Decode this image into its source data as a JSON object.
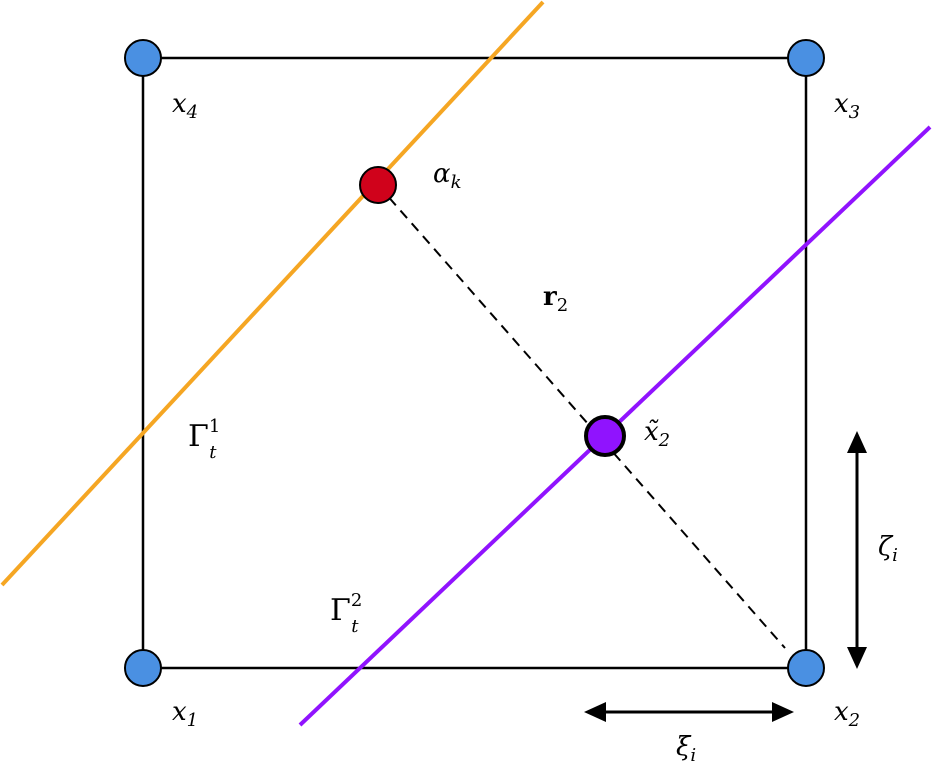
{
  "colors": {
    "vertex": "#4a90e2",
    "line1": "#f5a623",
    "line2": "#9013fe",
    "alpha_point": "#d0021b",
    "x_tilde_point": "#9013fe",
    "edges": "#000000"
  },
  "labels": {
    "x4": {
      "base": "x",
      "sub": "4"
    },
    "x3": {
      "base": "x",
      "sub": "3"
    },
    "x1": {
      "base": "x",
      "sub": "1"
    },
    "x2": {
      "base": "x",
      "sub": "2"
    },
    "alpha": {
      "base": "α",
      "sub": "k"
    },
    "r": {
      "base": "r",
      "sub": "2"
    },
    "x_tilde": {
      "base": "x̃",
      "sub": "2"
    },
    "gamma1": {
      "base": "Γ",
      "sup": "1",
      "sub": "t"
    },
    "gamma2": {
      "base": "Γ",
      "sup": "2",
      "sub": "t"
    },
    "zeta": {
      "base": "ζ",
      "sub": "i"
    },
    "xi": {
      "base": "ξ",
      "sub": "i"
    }
  }
}
